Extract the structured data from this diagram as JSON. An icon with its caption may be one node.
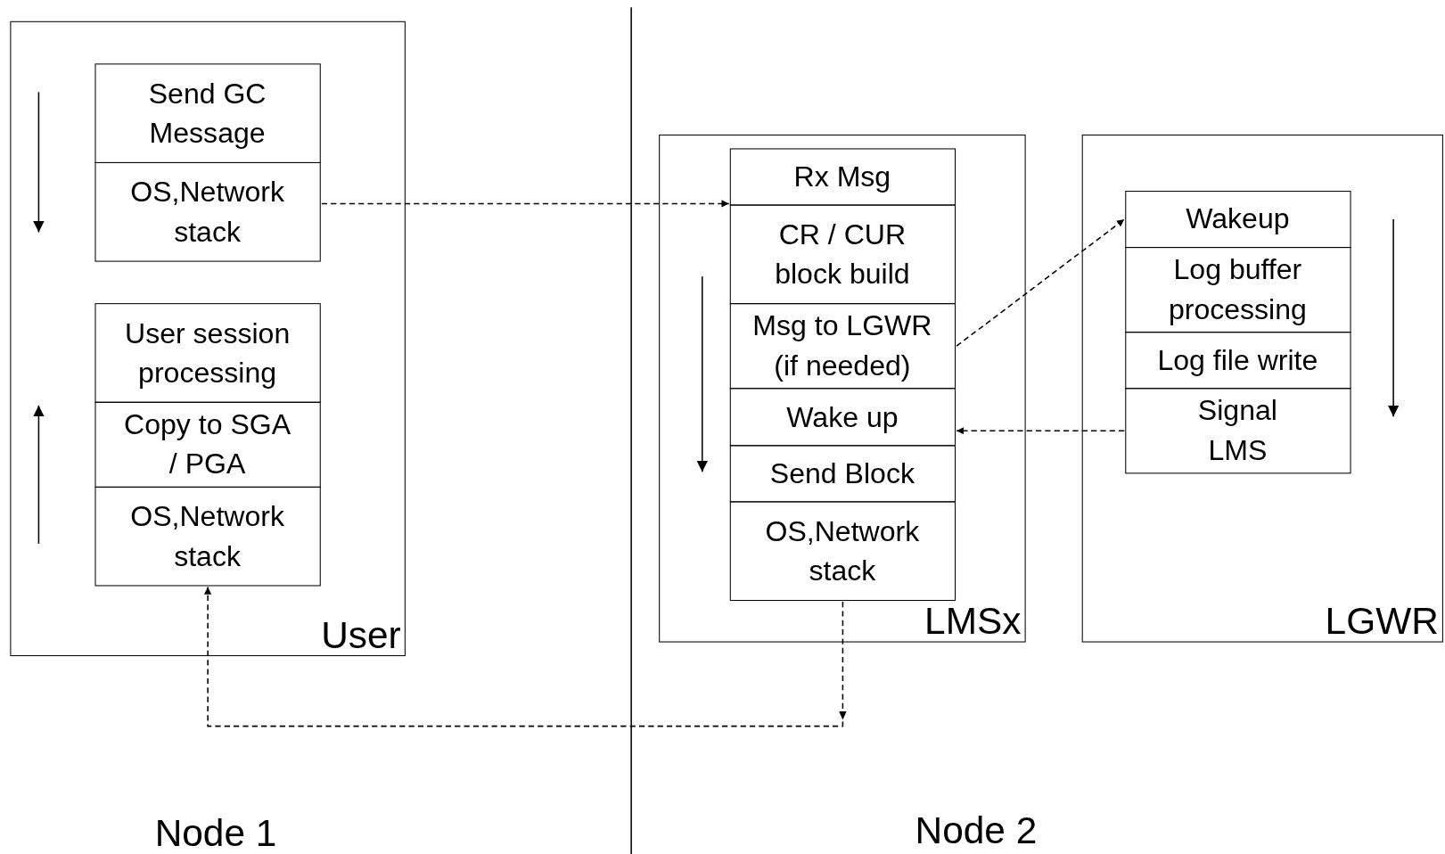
{
  "diagram": {
    "nodes": [
      {
        "text": [
          "User"
        ]
      },
      {
        "text": [
          "Send GC Message"
        ],
        "in": 0
      },
      {
        "text": [
          "OS,Network stack"
        ],
        "in": 0
      },
      {
        "text": [
          "User session processing"
        ],
        "in": 0
      },
      {
        "text": [
          "Copy to SGA / PGA"
        ],
        "in": 0
      },
      {
        "text": [
          "OS,Network stack"
        ],
        "in": 0
      },
      {
        "text": [
          "LMSx"
        ]
      },
      {
        "text": [
          "Rx Msg"
        ],
        "in": 6
      },
      {
        "text": [
          "CR / CUR block build"
        ],
        "in": 6
      },
      {
        "text": [
          "Msg to LGWR (if needed)"
        ],
        "in": 6
      },
      {
        "text": [
          "Wake up"
        ],
        "in": 6
      },
      {
        "text": [
          "Send Block"
        ],
        "in": 6
      },
      {
        "text": [
          "OS,Network stack"
        ],
        "in": 6
      },
      {
        "text": [
          "LGWR"
        ]
      },
      {
        "text": [
          "Wakeup"
        ],
        "in": 13
      },
      {
        "text": [
          "Log buffer processing"
        ],
        "in": 13
      },
      {
        "text": [
          "Log file write"
        ],
        "in": 13
      },
      {
        "text": [
          "Signal LMS"
        ],
        "in": 13
      }
    ],
    "edges": [
      {
        "from": 2,
        "to": 7,
        "arrow": "to",
        "style": "dashed"
      },
      {
        "from": 9,
        "to": 14,
        "arrow": "to",
        "style": "dashed"
      },
      {
        "from": 17,
        "to": 10,
        "arrow": "to",
        "style": "dashed"
      },
      {
        "from": 12,
        "to": 5,
        "arrow": "to",
        "style": "dashed"
      }
    ],
    "labels": [
      "Node 1",
      "Node 2"
    ]
  }
}
